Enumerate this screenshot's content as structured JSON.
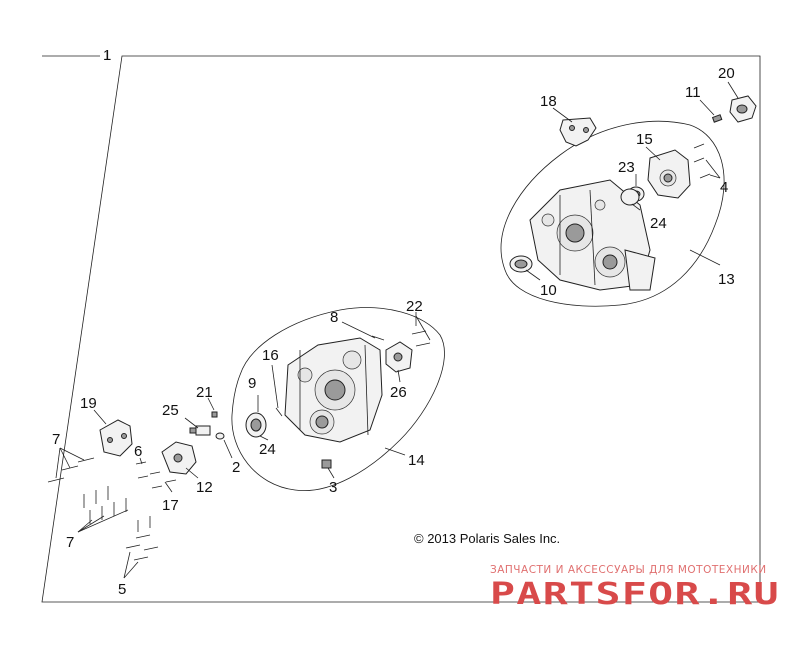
{
  "callouts": {
    "c1": "1",
    "c2": "2",
    "c3": "3",
    "c4": "4",
    "c5": "5",
    "c6": "6",
    "c7a": "7",
    "c7b": "7",
    "c8": "8",
    "c9": "9",
    "c10": "10",
    "c11": "11",
    "c12": "12",
    "c13": "13",
    "c14": "14",
    "c15": "15",
    "c16": "16",
    "c17": "17",
    "c18": "18",
    "c19": "19",
    "c20": "20",
    "c21": "21",
    "c22": "22",
    "c23": "23",
    "c24a": "24",
    "c24b": "24",
    "c25": "25",
    "c26": "26"
  },
  "copyright": "© 2013 Polaris Sales Inc.",
  "watermark": {
    "tagline": "ЗАПЧАСТИ И АКСЕССУАРЫ ДЛЯ МОТОТЕХНИКИ",
    "brand": "PARTSFOR.RU"
  }
}
